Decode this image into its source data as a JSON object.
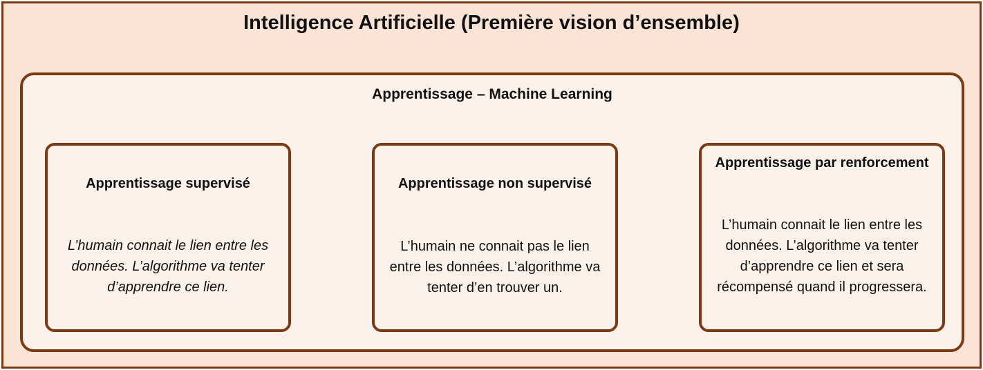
{
  "diagram": {
    "title": "Intelligence Artificielle (Première vision d’ensemble)",
    "section": {
      "title": "Apprentissage – Machine Learning",
      "cards": [
        {
          "title": "Apprentissage supervisé",
          "body": "L’humain connait le lien entre les données. L’algorithme va tenter d’apprendre ce lien."
        },
        {
          "title": "Apprentissage non supervisé",
          "body": "L’humain ne connait pas le lien entre les données. L’algorithme va tenter d’en trouver un."
        },
        {
          "title": "Apprentissage par renforcement",
          "body": "L’humain connait le lien entre les données. L’algorithme va tenter d’apprendre ce lien et sera récompensé quand il progressera."
        }
      ]
    },
    "colors": {
      "border": "#7a3a14",
      "outer_fill": "#fbe4d6",
      "inner_fill": "#fbf1eb"
    }
  }
}
